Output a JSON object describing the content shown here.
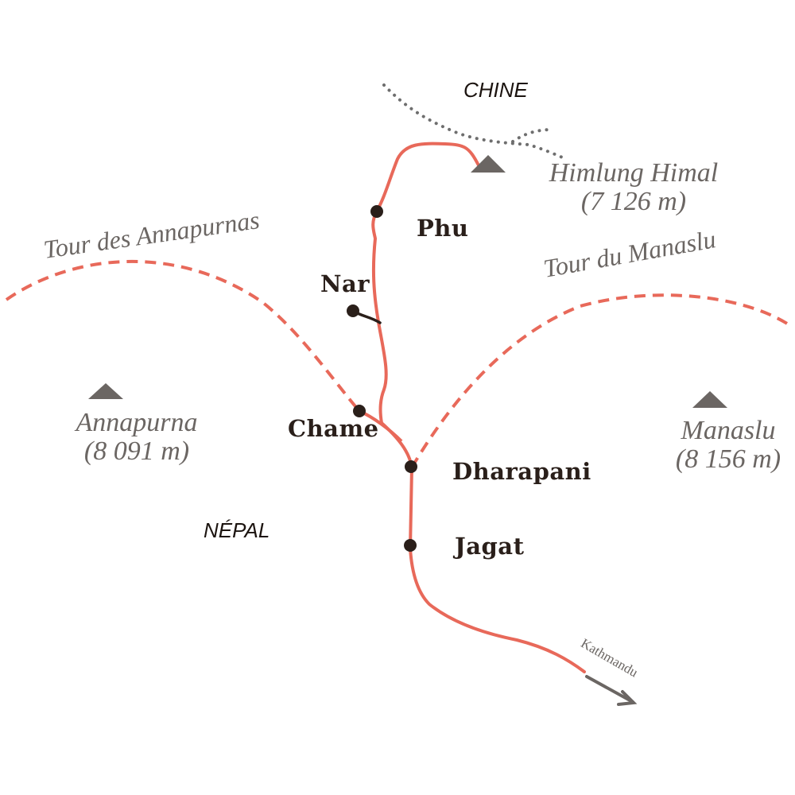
{
  "countries": {
    "north": "CHINE",
    "south": "NÉPAL"
  },
  "peaks": [
    {
      "name": "Himlung Himal",
      "altitude": "(7 126 m)"
    },
    {
      "name": "Annapurna",
      "altitude": "(8 091 m)"
    },
    {
      "name": "Manaslu",
      "altitude": "(8 156 m)"
    }
  ],
  "towns": [
    "Phu",
    "Nar",
    "Chame",
    "Dharapani",
    "Jagat"
  ],
  "treks": {
    "annapurna": "Tour des Annapurnas",
    "manaslu": "Tour du Manaslu"
  },
  "direction": "Kathmandu",
  "colors": {
    "route": "#e8695a",
    "town": "#2a1f1a",
    "gray": "#6b6663",
    "border": "#6e6e6e"
  }
}
